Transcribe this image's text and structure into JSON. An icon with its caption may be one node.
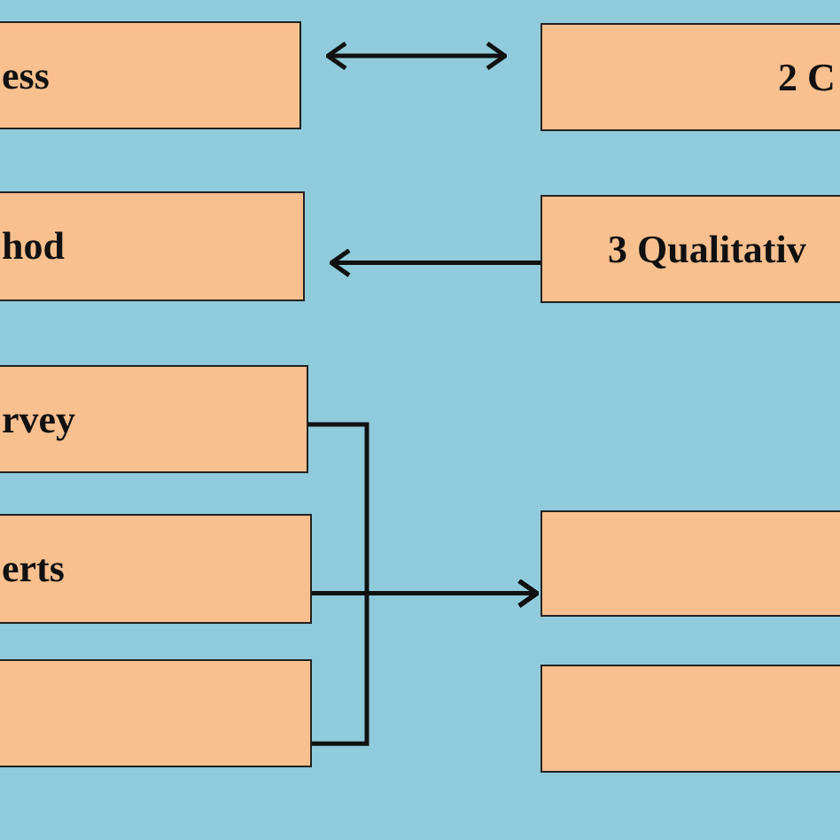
{
  "diagram": {
    "nodes": [
      {
        "text": [
          "ess"
        ]
      },
      {
        "text": [
          "2 C"
        ]
      },
      {
        "text": [
          "hod"
        ]
      },
      {
        "text": [
          "3 Qualitativ"
        ]
      },
      {
        "text": [
          "rvey"
        ]
      },
      {
        "text": [
          "erts"
        ]
      },
      {
        "text": [],
        "shape": "box"
      },
      {
        "text": [],
        "shape": "box"
      },
      {
        "text": [],
        "shape": "box"
      }
    ],
    "edges": [
      {
        "from": 0,
        "to": 1,
        "arrow": "both"
      },
      {
        "from": 3,
        "to": 2,
        "arrow": "to"
      },
      {
        "from": 4,
        "to": 7,
        "arrow": "to"
      },
      {
        "from": 5,
        "to": 7,
        "arrow": "to"
      },
      {
        "from": 6,
        "to": 7,
        "arrow": "to"
      }
    ]
  }
}
